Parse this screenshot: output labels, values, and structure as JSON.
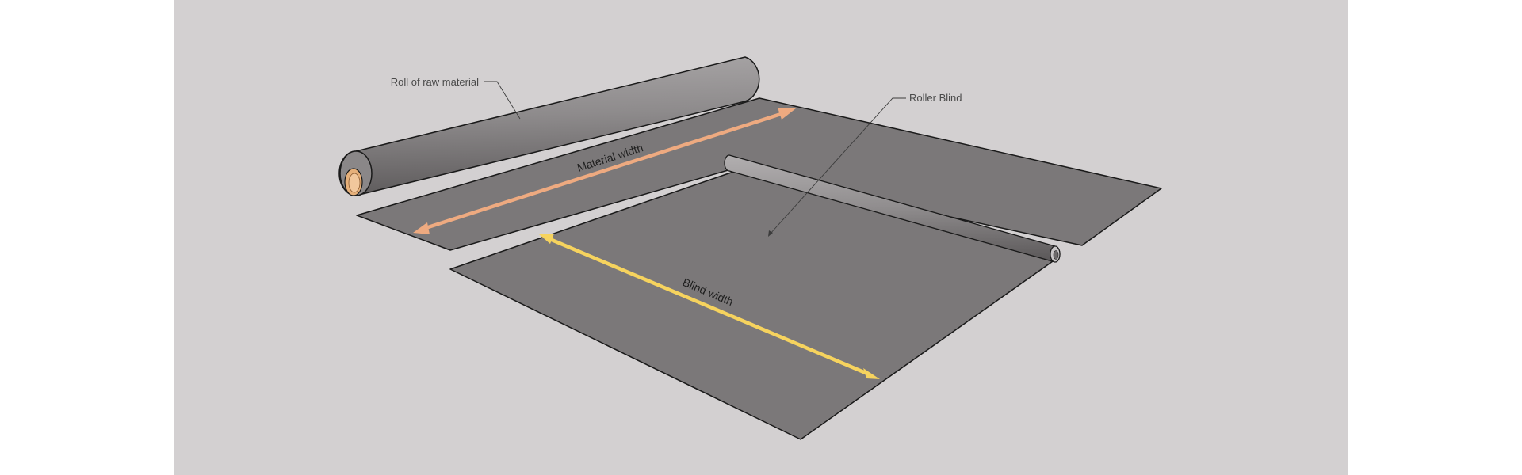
{
  "labels": {
    "roll_of_raw_material": "Roll of raw material",
    "roller_blind": "Roller Blind",
    "material_width": "Material width",
    "blind_width": "Blind width"
  },
  "colors": {
    "background_panel": "#d3d0d1",
    "sheet_fill": "#7b7879",
    "roll_body": "#8d8a8b",
    "roll_core": "#e6b07a",
    "material_width_arrow": "#eeaa80",
    "blind_width_arrow": "#f6d35e",
    "outline": "#1a1a1a"
  }
}
